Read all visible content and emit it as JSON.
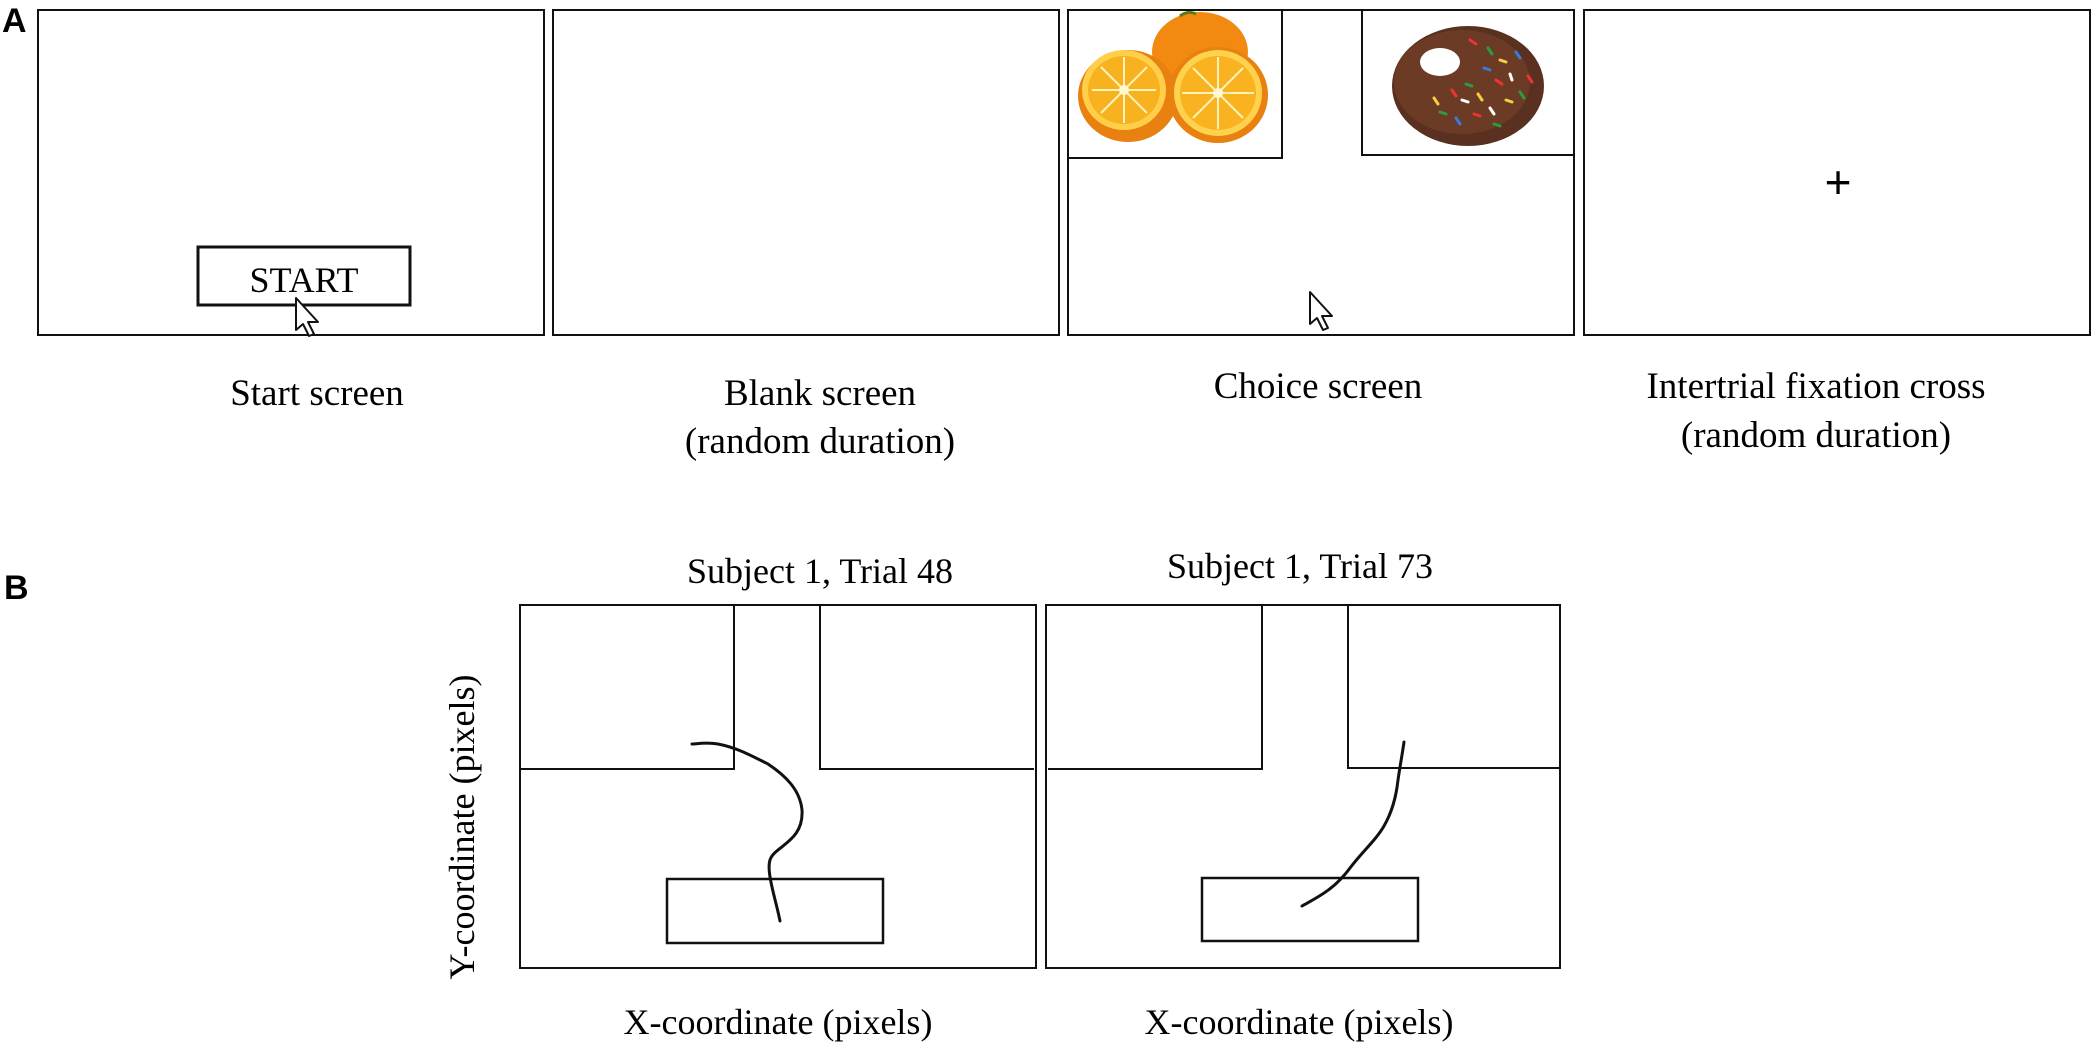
{
  "panel_a": {
    "letter": "A",
    "start_button_label": "START",
    "screens": [
      {
        "caption_line1": "Start screen",
        "caption_line2": ""
      },
      {
        "caption_line1": "Blank screen",
        "caption_line2": "(random duration)"
      },
      {
        "caption_line1": "Choice screen",
        "caption_line2": ""
      },
      {
        "caption_line1": "Intertrial fixation cross",
        "caption_line2": "(random duration)"
      }
    ],
    "choice_images": [
      "orange-halves-image",
      "sprinkle-donut-image"
    ],
    "fixation_symbol": "+"
  },
  "panel_b": {
    "letter": "B",
    "plots": [
      {
        "title": "Subject 1, Trial 48",
        "xlabel": "X-coordinate (pixels)"
      },
      {
        "title": "Subject 1, Trial 73",
        "xlabel": "X-coordinate (pixels)"
      }
    ],
    "ylabel": "Y-coordinate (pixels)"
  },
  "colors": {
    "line": "#111111",
    "orange": "#f39a1c",
    "chocolate": "#5a3120"
  }
}
